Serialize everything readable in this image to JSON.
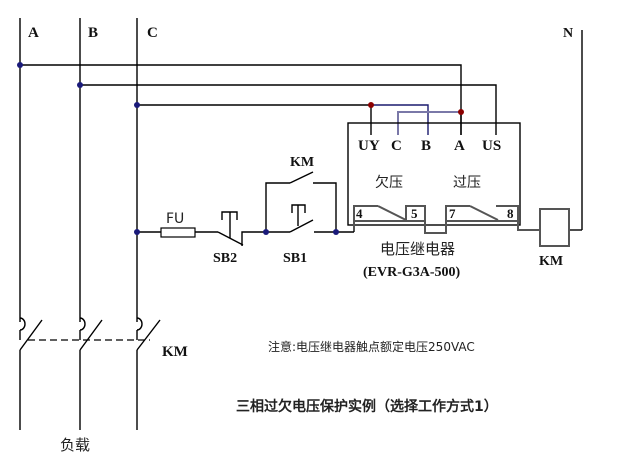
{
  "phases": {
    "a": "A",
    "b": "B",
    "c": "C",
    "n": "N"
  },
  "relay": {
    "terminals": {
      "uy": "UY",
      "c": "C",
      "b": "B",
      "a": "A",
      "us": "US"
    },
    "under_voltage": "欠压",
    "over_voltage": "过压",
    "contacts": {
      "t4": "4",
      "t5": "5",
      "t7": "7",
      "t8": "8"
    },
    "name": "电压继电器",
    "model": "(EVR-G3A-500)"
  },
  "components": {
    "fuse": "FU",
    "sb2": "SB2",
    "sb1": "SB1",
    "km_aux": "KM",
    "km_coil": "KM",
    "km_main": "KM"
  },
  "load_label": "负载",
  "note": "注意:电压继电器触点额定电压250VAC",
  "title": "三相过欠电压保护实例（选择工作方式1）",
  "colors": {
    "node_blue": "#1a1a7a",
    "node_red": "#8b0000",
    "wire_blue": "#1a1a6e",
    "wire_purple": "#7a78a8"
  }
}
